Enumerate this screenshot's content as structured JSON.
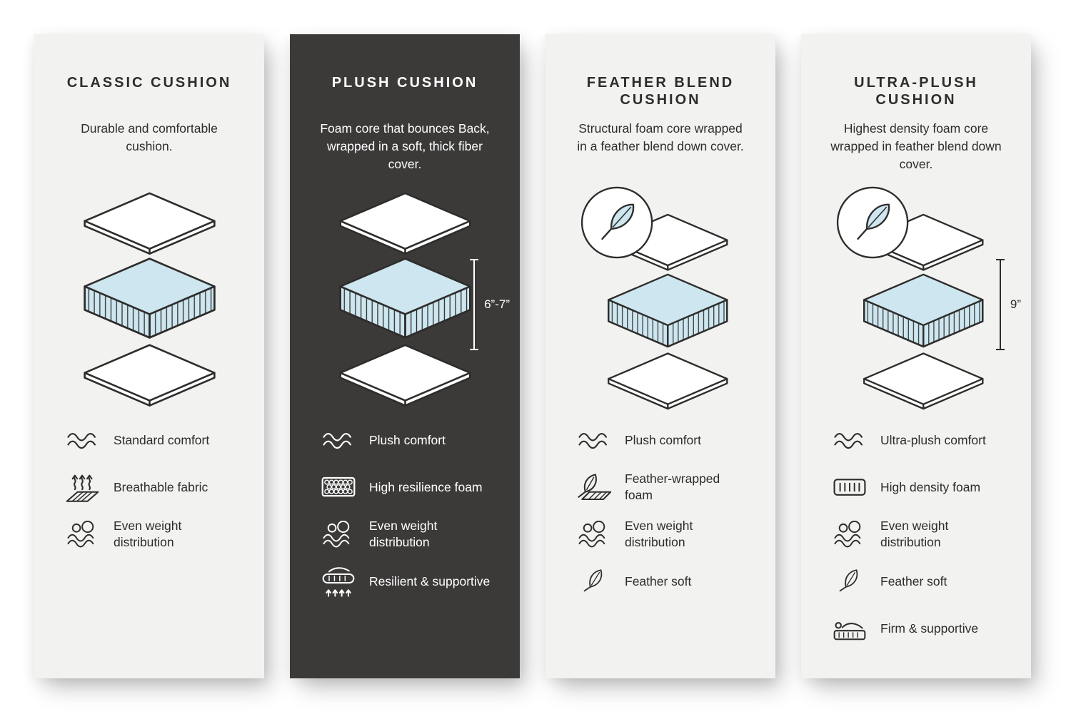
{
  "colors": {
    "page_background": "#ffffff",
    "card_light_bg": "#f2f2f1",
    "card_dark_bg": "#3b3a39",
    "text_dark": "#2e2d2c",
    "text_light": "#ffffff",
    "foam_blue": "#cde6ef",
    "line_art": "#2e2d2c"
  },
  "cards": [
    {
      "id": "classic",
      "theme": "light",
      "title": "CLASSIC CUSHION",
      "description": "Durable and comfortable cushion.",
      "has_feather_badge": false,
      "features": [
        {
          "icon": "wave-comfort-icon",
          "label": "Standard comfort"
        },
        {
          "icon": "breathable-fabric-icon",
          "label": "Breathable fabric"
        },
        {
          "icon": "even-weight-icon",
          "label": "Even weight distribution"
        }
      ]
    },
    {
      "id": "plush",
      "theme": "dark",
      "title": "PLUSH CUSHION",
      "description": "Foam core that bounces Back, wrapped in a soft, thick fiber cover.",
      "measurement": "6”-7”",
      "has_feather_badge": false,
      "features": [
        {
          "icon": "wave-comfort-icon",
          "label": "Plush comfort"
        },
        {
          "icon": "high-resilience-foam-icon",
          "label": "High resilience foam"
        },
        {
          "icon": "even-weight-icon",
          "label": "Even weight distribution"
        },
        {
          "icon": "resilient-supportive-icon",
          "label": "Resilient & supportive"
        }
      ]
    },
    {
      "id": "feather-blend",
      "theme": "light",
      "title": "FEATHER BLEND CUSHION",
      "description": "Structural foam core wrapped in a feather blend down cover.",
      "has_feather_badge": true,
      "features": [
        {
          "icon": "wave-comfort-icon",
          "label": "Plush comfort"
        },
        {
          "icon": "feather-wrapped-foam-icon",
          "label": "Feather-wrapped foam"
        },
        {
          "icon": "even-weight-icon",
          "label": "Even weight distribution"
        },
        {
          "icon": "feather-soft-icon",
          "label": "Feather soft"
        }
      ]
    },
    {
      "id": "ultra-plush",
      "theme": "light",
      "title": "ULTRA-PLUSH CUSHION",
      "description": "Highest density foam core wrapped in feather blend down cover.",
      "measurement": "9”",
      "has_feather_badge": true,
      "features": [
        {
          "icon": "wave-comfort-icon",
          "label": "Ultra-plush comfort"
        },
        {
          "icon": "high-density-foam-icon",
          "label": "High density foam"
        },
        {
          "icon": "even-weight-icon",
          "label": "Even weight distribution"
        },
        {
          "icon": "feather-soft-icon",
          "label": "Feather soft"
        },
        {
          "icon": "firm-supportive-icon",
          "label": "Firm & supportive"
        }
      ]
    }
  ]
}
